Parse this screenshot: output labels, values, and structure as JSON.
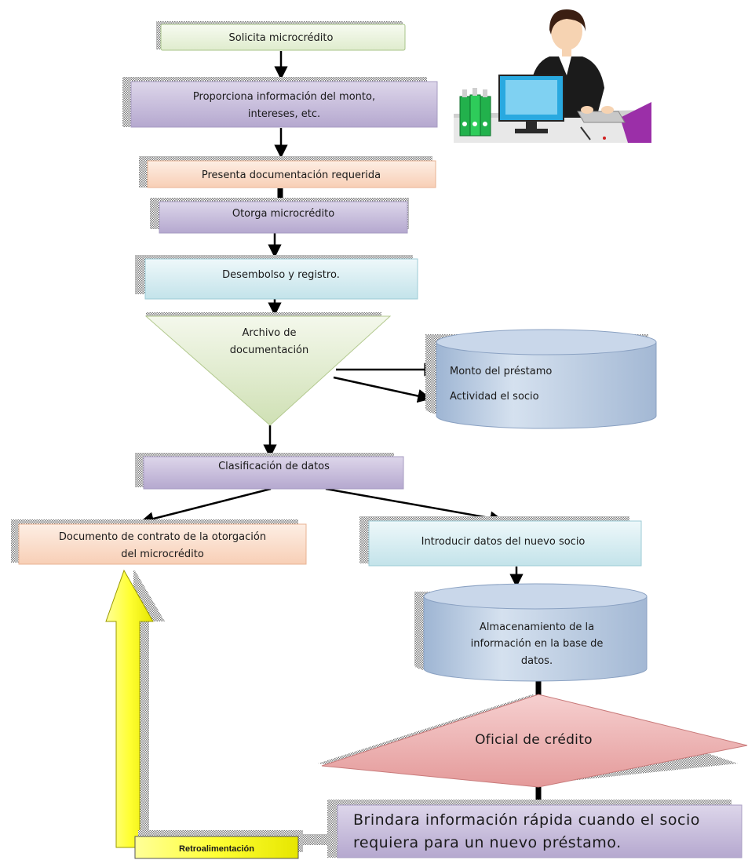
{
  "nodes": {
    "solicita": "Solicita microcrédito",
    "proporciona_l1": "Proporciona información del monto,",
    "proporciona_l2": "intereses, etc.",
    "presenta": "Presenta documentación requerida",
    "otorga": "Otorga microcrédito",
    "desembolso": "Desembolso y registro.",
    "archivo_l1": "Archivo de",
    "archivo_l2": "documentación",
    "monto": "Monto del préstamo",
    "actividad": "Actividad el socio",
    "clasificacion": "Clasificación de datos",
    "documento_l1": "Documento de contrato de la otorgación",
    "documento_l2": "del microcrédito",
    "introducir": "Introducir datos del nuevo socio",
    "almacen_l1": "Almacenamiento de la",
    "almacen_l2": "información en la base de",
    "almacen_l3": "datos.",
    "oficial": "Oficial de crédito",
    "brindara_l1": "Brindara información rápida cuando el socio",
    "brindara_l2": "requiera para un nuevo préstamo.",
    "retro": "Retroalimentación"
  },
  "colors": {
    "green_fill": "#eef5e4",
    "purple_fill": "#c9bfdd",
    "orange_fill": "#fbe0cf",
    "blue_fill": "#d6ecf2",
    "db_fill": "#b7c9e0",
    "diamond_fill": "#e9a8a8",
    "yellow_fill": "#ffff66",
    "arrow": "#000000"
  },
  "illustration": "office-worker-at-computer-icon"
}
